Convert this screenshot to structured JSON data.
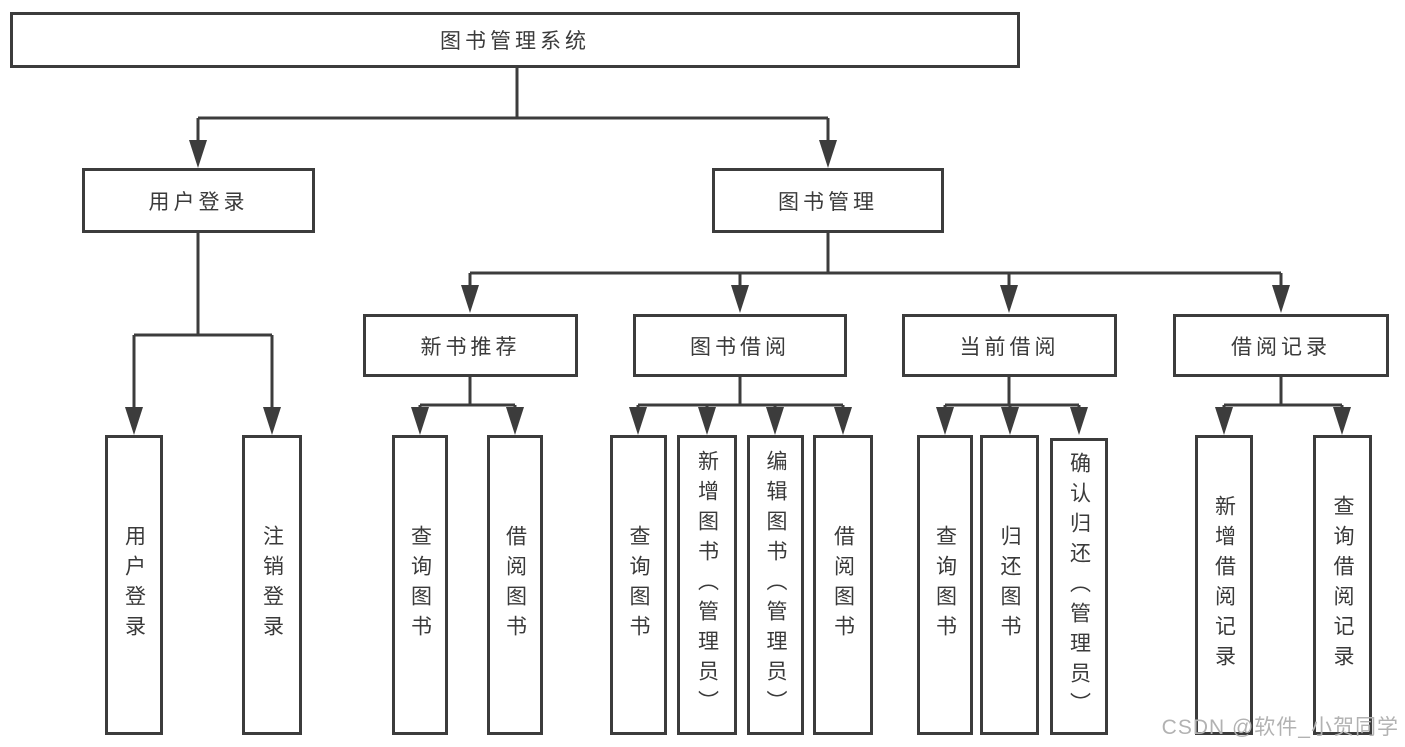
{
  "diagram": {
    "label": "图书管理系统",
    "children": [
      {
        "label": "用户登录",
        "children": [
          {
            "label": "用户登录"
          },
          {
            "label": "注销登录"
          }
        ]
      },
      {
        "label": "图书管理",
        "children": [
          {
            "label": "新书推荐",
            "children": [
              {
                "label": "查询图书"
              },
              {
                "label": "借阅图书"
              }
            ]
          },
          {
            "label": "图书借阅",
            "children": [
              {
                "label": "查询图书"
              },
              {
                "label": "新增图书（管理员）"
              },
              {
                "label": "编辑图书（管理员）"
              },
              {
                "label": "借阅图书"
              }
            ]
          },
          {
            "label": "当前借阅",
            "children": [
              {
                "label": "查询图书"
              },
              {
                "label": "归还图书"
              },
              {
                "label": "确认归还（管理员）"
              }
            ]
          },
          {
            "label": "借阅记录",
            "children": [
              {
                "label": "新增借阅记录"
              },
              {
                "label": "查询借阅记录"
              }
            ]
          }
        ]
      }
    ]
  },
  "watermark": "CSDN @软件_小贺同学",
  "colors": {
    "line": "#3c3c3c",
    "text": "#3a3a3a",
    "background": "#ffffff",
    "watermark": "#b2b2b2"
  }
}
